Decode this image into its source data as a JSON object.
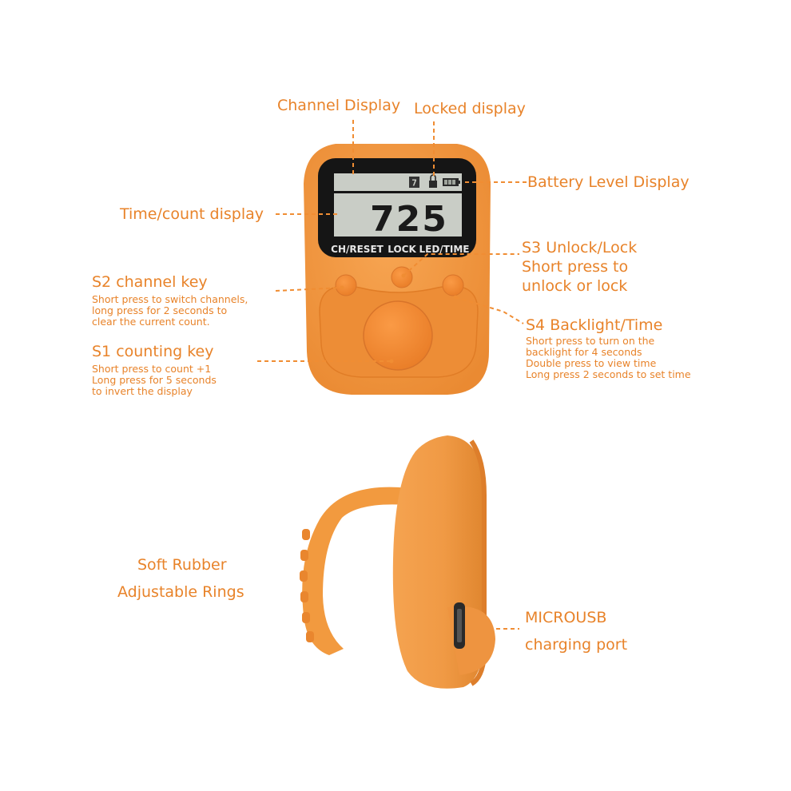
{
  "colors": {
    "accent": "#e8832a",
    "device_body": "#f39a3f",
    "device_shadow": "#d9782a",
    "lcd_bezel": "#151515",
    "lcd_screen": "#c9cdc6",
    "lcd_digits": "#1a1a1a"
  },
  "device": {
    "channel_value": "7",
    "count_value": "725",
    "button_labels": {
      "ch_reset": "CH/RESET",
      "lock": "LOCK",
      "led_time": "LED/TIME"
    },
    "icons": [
      "lock-icon",
      "battery-icon"
    ]
  },
  "callouts": {
    "channel_display": "Channel Display",
    "locked_display": "Locked display",
    "battery_level_display": "Battery Level Display",
    "time_count_display": "Time/count display",
    "s3": {
      "title": "S3 Unlock/Lock",
      "line1": "Short press to",
      "line2": "unlock or lock"
    },
    "s2": {
      "title": "S2 channel key",
      "line1": "Short press to switch channels,",
      "line2": "long press for 2 seconds to",
      "line3": "clear the current count."
    },
    "s4": {
      "title": "S4 Backlight/Time",
      "line1": "Short press to turn on the",
      "line2": "backlight for 4 seconds",
      "line3": "Double press to view time",
      "line4": "Long press 2 seconds to set time"
    },
    "s1": {
      "title": "S1 counting key",
      "line1": "Short press to count +1",
      "line2": "Long press for 5 seconds",
      "line3": "to invert the display"
    },
    "ring": {
      "line1": "Soft Rubber",
      "line2": "Adjustable Rings"
    },
    "usb": {
      "line1": "MICROUSB",
      "line2": "charging port"
    }
  }
}
